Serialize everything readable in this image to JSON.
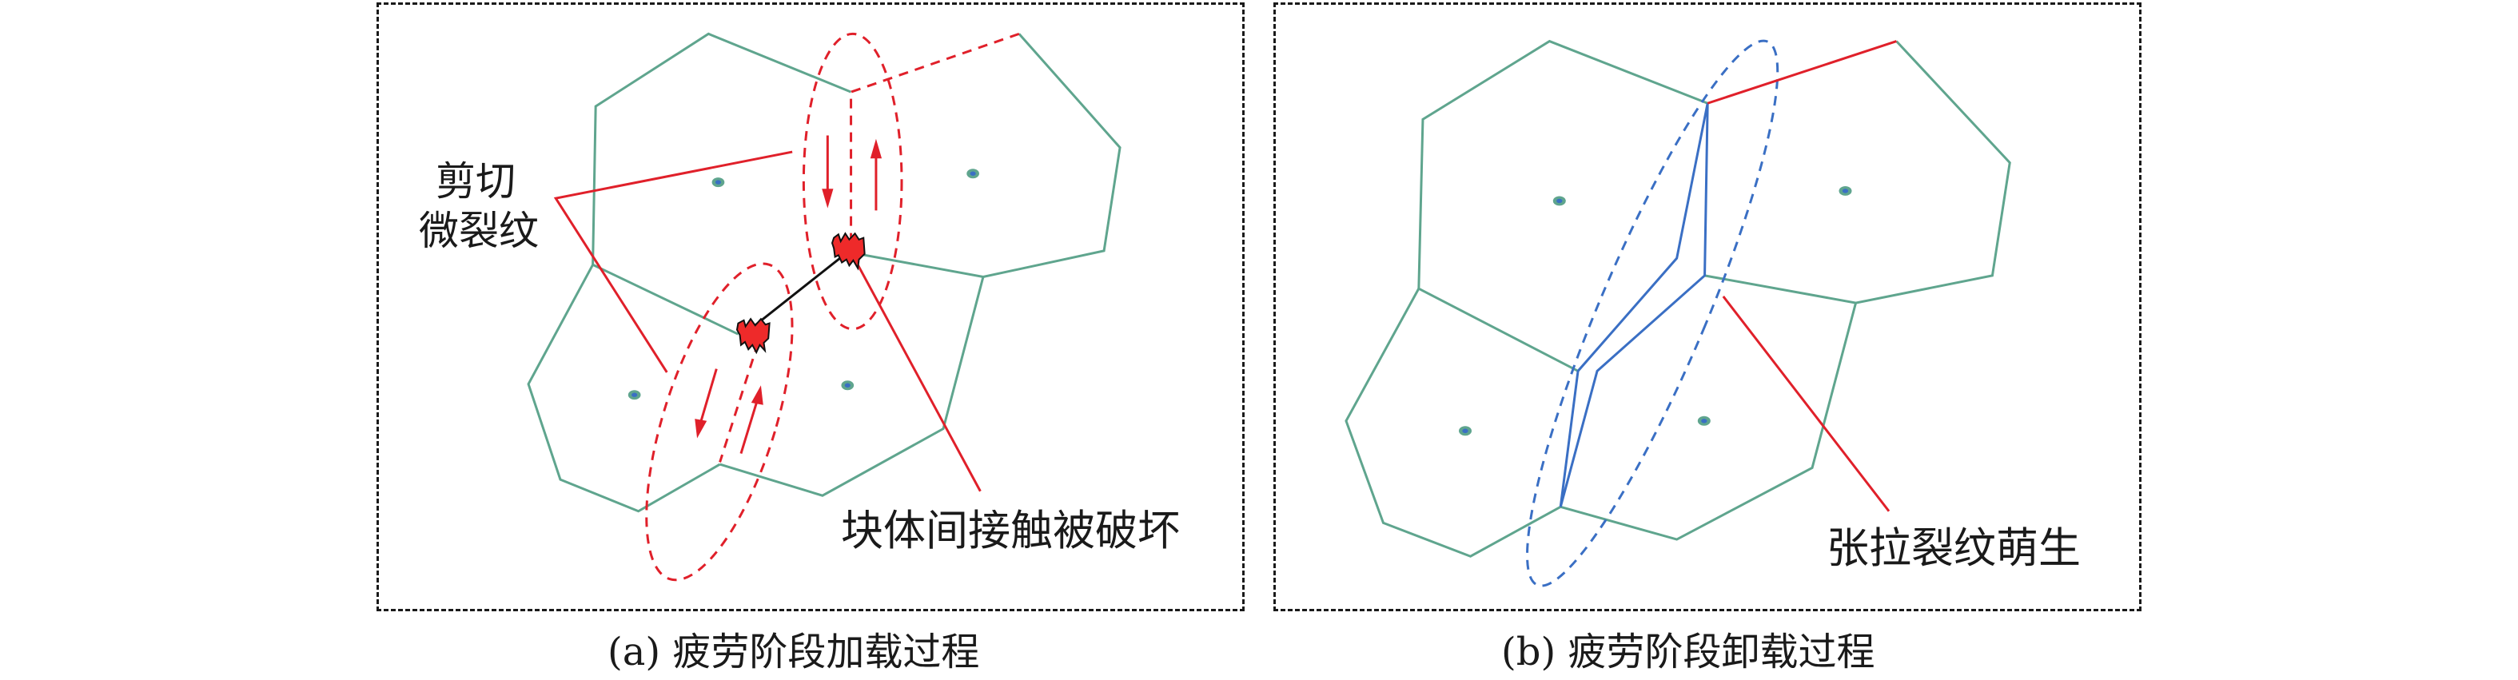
{
  "panel_a": {
    "label_shear": [
      "剪切",
      "微裂纹"
    ],
    "label_contact": "块体间接触被破坏",
    "caption": "(a) 疲劳阶段加载过程"
  },
  "panel_b": {
    "label_tensile": "张拉裂纹萌生",
    "caption": "(b) 疲劳阶段卸载过程"
  },
  "colors": {
    "cell_edge": "#5fa58e",
    "crack_red": "#e0202a",
    "crack_blue": "#3a6fc4",
    "frame": "#1a1a1a"
  }
}
